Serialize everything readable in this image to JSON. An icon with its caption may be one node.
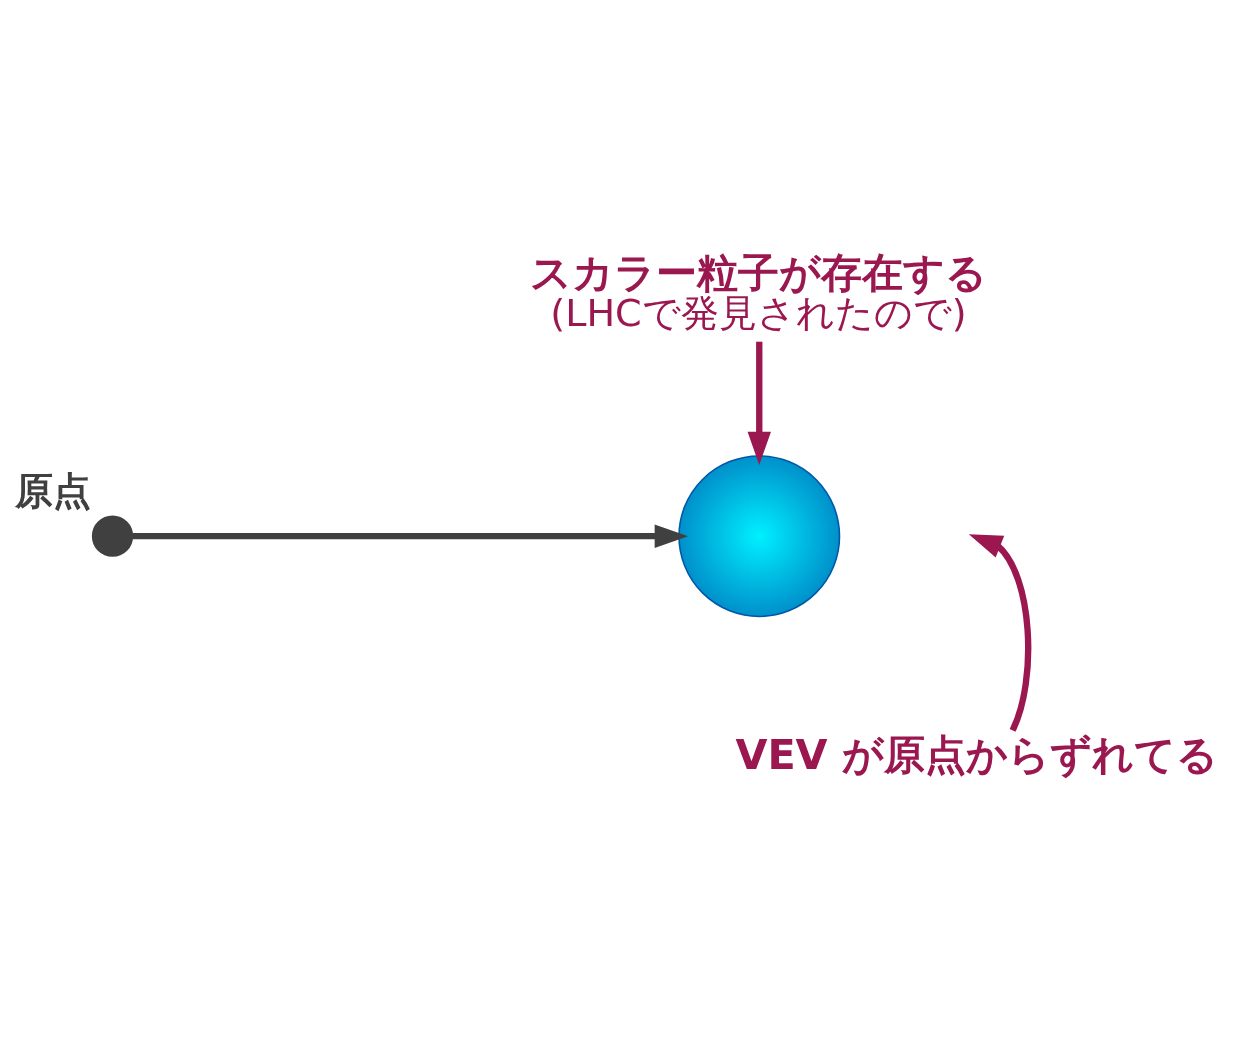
{
  "diagram": {
    "nodes": [
      {
        "text": [],
        "shape": "circle",
        "beside": [
          "原点"
        ]
      },
      {
        "text": [],
        "shape": "circle"
      },
      {
        "text": [
          "スカラー粒子が存在する",
          "(LHCで発見されたので)"
        ]
      },
      {
        "text": [
          "VEV が原点からずれてる"
        ]
      }
    ],
    "edges": [
      {
        "from": 0,
        "to": 1,
        "arrow": "to",
        "color": "#404040"
      },
      {
        "from": 2,
        "to": 1,
        "arrow": "to"
      },
      {
        "from": 3,
        "to": null,
        "arrow": "to"
      }
    ]
  }
}
